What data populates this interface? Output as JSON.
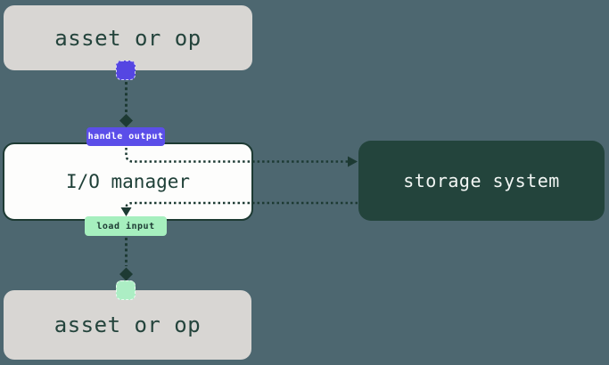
{
  "diagram": {
    "nodes": {
      "asset_top": "asset or op",
      "io_manager": "I/O manager",
      "storage": "storage system",
      "asset_bottom": "asset or op"
    },
    "edge_labels": {
      "handle_output": "handle output",
      "load_input": "load input"
    },
    "palette": {
      "background": "#4d6770",
      "asset_box": "#d8d6d3",
      "asset_text": "#24443c",
      "io_box_fill": "#fdfdfc",
      "io_box_border": "#1d3a33",
      "io_text": "#1f4038",
      "storage_fill": "#23443c",
      "storage_text": "#f2f6f4",
      "purple_handle": "#5546e2",
      "purple_badge": "#5b4ee9",
      "green_handle": "#aceec4",
      "green_badge": "#a6efbe",
      "connector": "#1d3a33"
    }
  }
}
